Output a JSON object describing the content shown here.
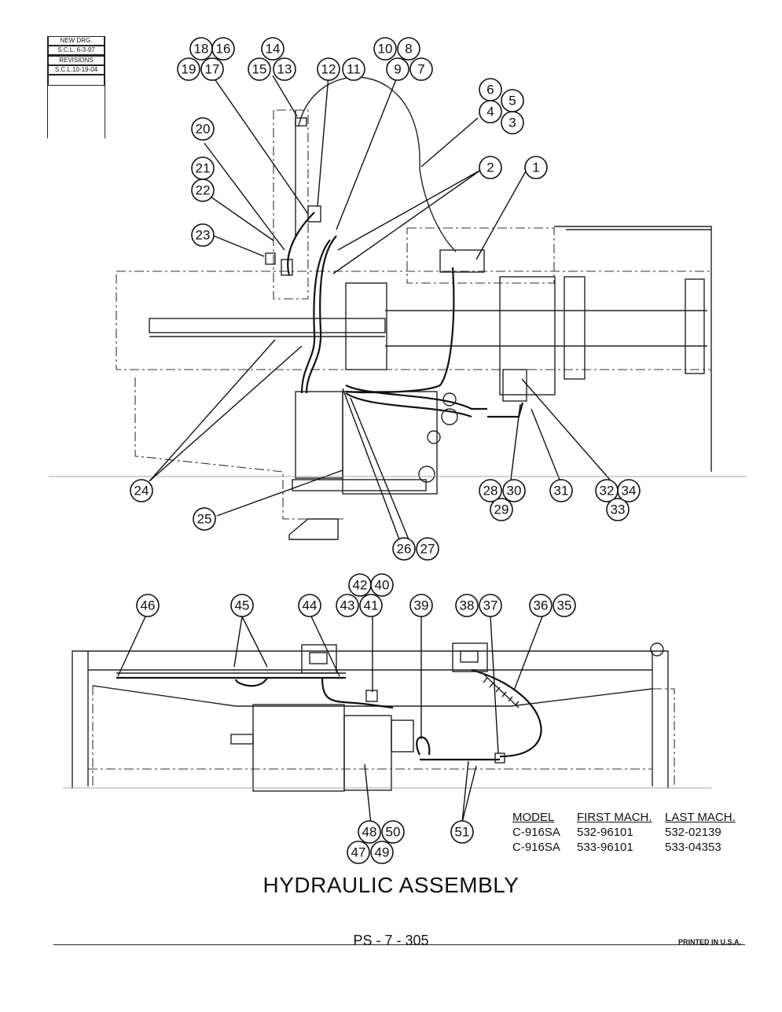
{
  "revision_block": {
    "rows": [
      "NEW DRG.",
      "S.C.L.  6-3-97",
      "REVISIONS",
      "S.C.L.10-19-04"
    ]
  },
  "callouts_upper": [
    "18",
    "16",
    "19",
    "17",
    "14",
    "15",
    "13",
    "12",
    "11",
    "10",
    "8",
    "9",
    "7",
    "6",
    "5",
    "4",
    "3",
    "20",
    "21",
    "22",
    "23",
    "2",
    "1",
    "24",
    "25",
    "26",
    "27",
    "28",
    "30",
    "29",
    "31",
    "32",
    "34",
    "33"
  ],
  "callouts_lower": [
    "42",
    "40",
    "43",
    "41",
    "46",
    "45",
    "44",
    "39",
    "38",
    "37",
    "36",
    "35",
    "48",
    "50",
    "47",
    "49",
    "51"
  ],
  "model_table": {
    "headers": [
      "MODEL",
      "FIRST MACH.",
      "LAST MACH."
    ],
    "rows": [
      [
        "C-916SA",
        "532-96101",
        "532-02139"
      ],
      [
        "C-916SA",
        "533-96101",
        "533-04353"
      ]
    ]
  },
  "title": "HYDRAULIC ASSEMBLY",
  "page_number": "PS - 7 - 305",
  "printed": "PRINTED IN U.S.A."
}
